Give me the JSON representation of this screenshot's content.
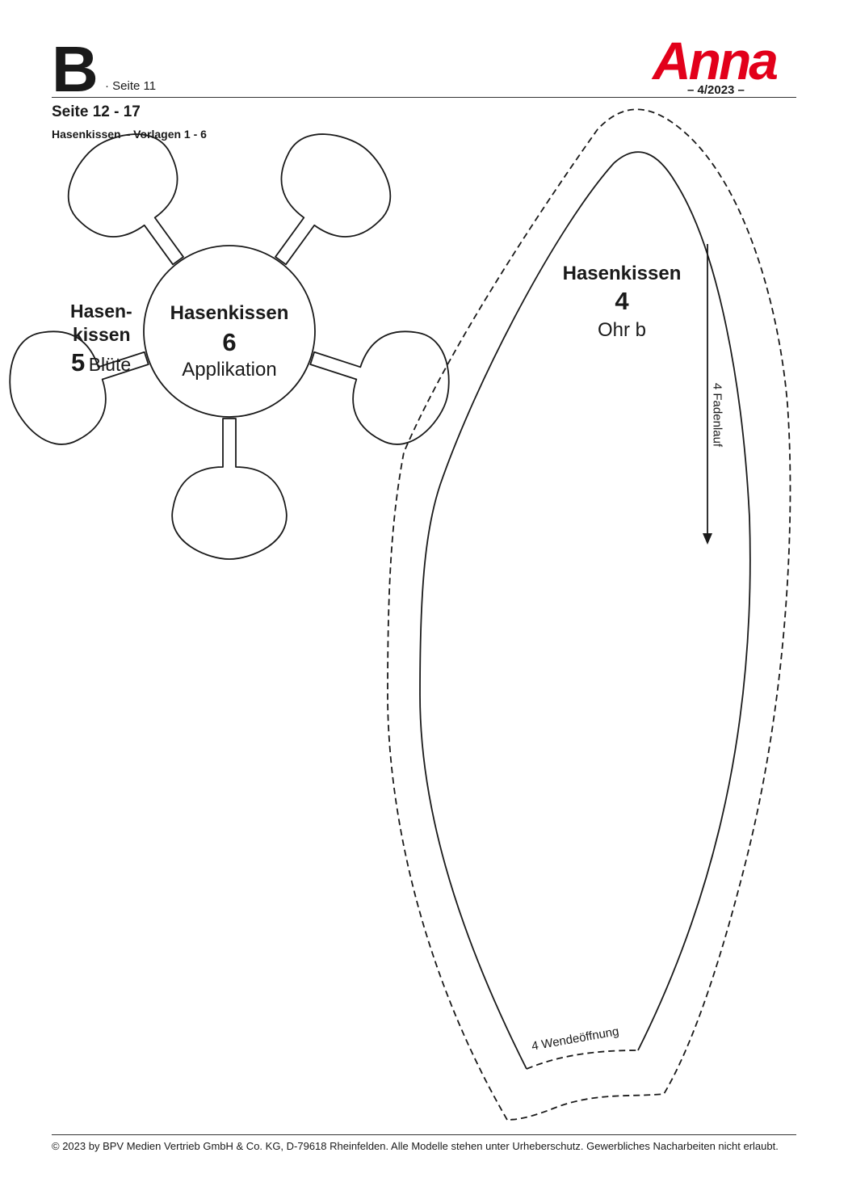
{
  "header": {
    "sheet_letter": "B",
    "sheet_page": "· Seite 11",
    "logo_text": "Anna",
    "issue": "– 4/2023 –",
    "pages": "Seite 12 - 17",
    "subtitle": "Hasenkissen – Vorlagen 1 - 6"
  },
  "flower": {
    "petal_name_line1": "Hasen-",
    "petal_name_line2": "kissen",
    "petal_number": "5",
    "petal_part": "Blüte",
    "center_name": "Hasenkissen",
    "center_number": "6",
    "center_part": "Applikation"
  },
  "ear": {
    "name": "Hasenkissen",
    "number": "4",
    "part": "Ohr b",
    "grain_label": "4  Fadenlauf",
    "opening_label": "4 Wendeöffnung"
  },
  "footer": {
    "copyright": "© 2023 by BPV Medien Vertrieb GmbH & Co. KG, D-79618 Rheinfelden. Alle Modelle stehen unter Urheberschutz. Gewerbliches Nacharbeiten nicht erlaubt."
  },
  "colors": {
    "brand_red": "#e2001a",
    "line": "#1a1a1a"
  }
}
